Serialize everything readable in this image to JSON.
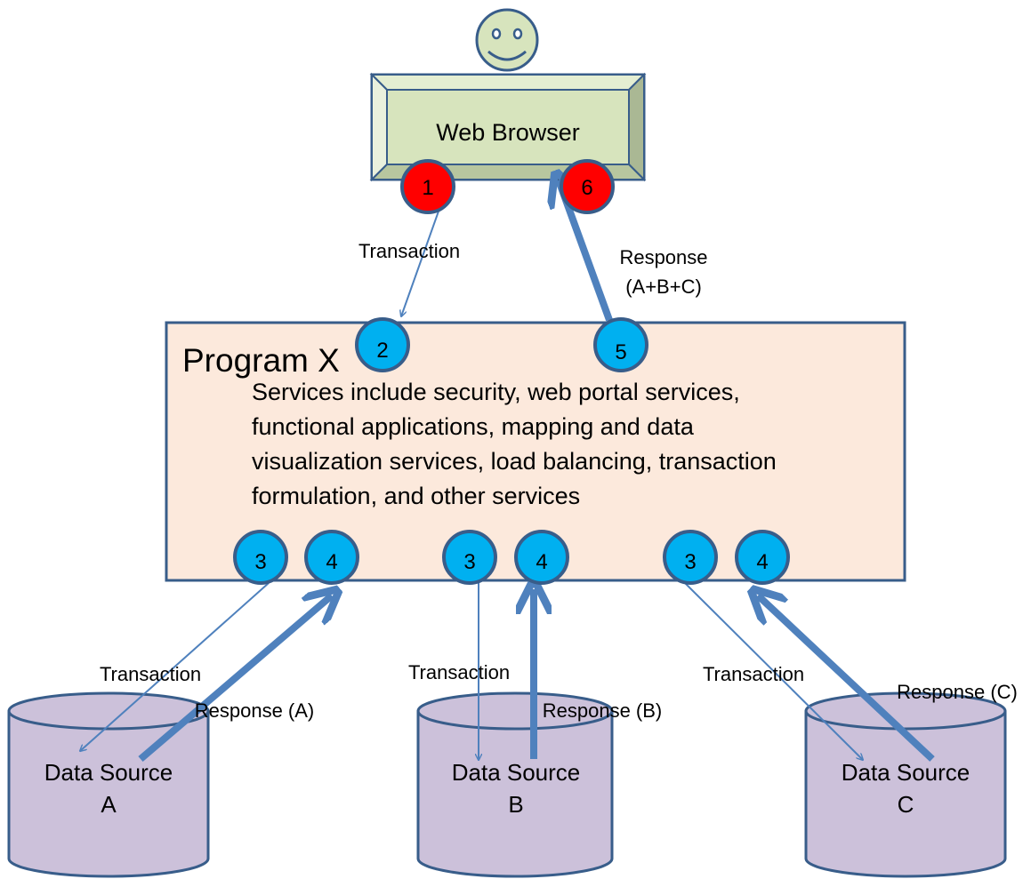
{
  "browser": {
    "label": "Web Browser"
  },
  "program": {
    "title": "Program X",
    "description_lines": [
      "Services include security, web portal services,",
      "functional applications, mapping and data",
      "visualization services, load balancing, transaction",
      "formulation, and other services"
    ]
  },
  "steps": {
    "s1": "1",
    "s6": "6",
    "s2": "2",
    "s5": "5",
    "a3": "3",
    "a4": "4",
    "b3": "3",
    "b4": "4",
    "c3": "3",
    "c4": "4"
  },
  "labels": {
    "top_transaction": "Transaction",
    "top_response_line1": "Response",
    "top_response_line2": "(A+B+C)",
    "a_transaction": "Transaction",
    "a_response": "Response (A)",
    "b_transaction": "Transaction",
    "b_response": "Response (B)",
    "c_transaction": "Transaction",
    "c_response": "Response (C)"
  },
  "sources": {
    "a": {
      "line1": "Data Source",
      "line2": "A"
    },
    "b": {
      "line1": "Data Source",
      "line2": "B"
    },
    "c": {
      "line1": "Data Source",
      "line2": "C"
    }
  },
  "colors": {
    "browser_fill": "#d7e4bd",
    "program_fill": "#fce9dc",
    "step_red": "#ff0000",
    "step_blue": "#00b0f0",
    "node_stroke": "#385d8a",
    "arrow": "#4f81bd",
    "cylinder_fill": "#ccc1da",
    "face_fill": "#d7e4bd"
  }
}
